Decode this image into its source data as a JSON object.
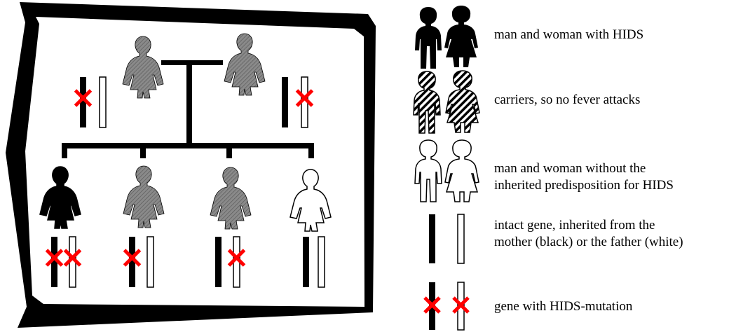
{
  "legend": {
    "affected": "man and woman with HIDS",
    "carriers": "carriers, so no fever attacks",
    "unaffected_line1": "man and woman without the",
    "unaffected_line2": "inherited predisposition for HIDS",
    "gene_line1": "intact gene, inherited from the",
    "gene_line2": "mother (black) or the father (white)",
    "mutation": "gene with HIDS-mutation"
  },
  "pedigree": {
    "parents": [
      {
        "role": "father",
        "status": "carrier",
        "maternal_gene_mutated": true,
        "paternal_gene_mutated": false
      },
      {
        "role": "mother",
        "status": "carrier",
        "maternal_gene_mutated": false,
        "paternal_gene_mutated": true
      }
    ],
    "children": [
      {
        "status": "affected",
        "maternal_gene_mutated": true,
        "paternal_gene_mutated": true
      },
      {
        "status": "carrier",
        "maternal_gene_mutated": true,
        "paternal_gene_mutated": false
      },
      {
        "status": "carrier",
        "maternal_gene_mutated": false,
        "paternal_gene_mutated": true
      },
      {
        "status": "unaffected",
        "maternal_gene_mutated": false,
        "paternal_gene_mutated": false
      }
    ]
  },
  "colors": {
    "mutation": "#ff0000",
    "affected": "#000000",
    "carrier_fill": "#888888",
    "unaffected": "#ffffff",
    "outline": "#000000"
  }
}
